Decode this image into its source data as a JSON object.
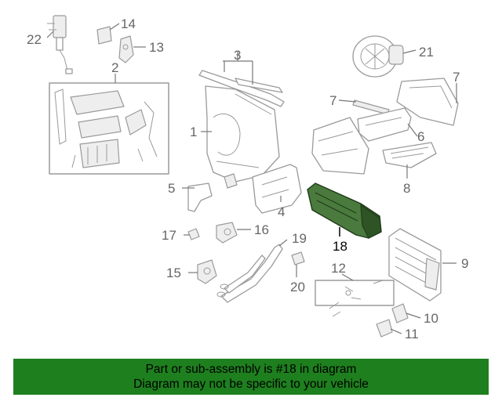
{
  "diagram": {
    "callouts": [
      "22",
      "14",
      "13",
      "2",
      "3",
      "21",
      "7",
      "7",
      "1",
      "6",
      "8",
      "5",
      "4",
      "18",
      "9",
      "17",
      "16",
      "19",
      "15",
      "20",
      "12",
      "10",
      "11"
    ],
    "highlighted_part": "18"
  },
  "banner": {
    "line1": "Part or sub-assembly is #18 in diagram",
    "line2": "Diagram may not be specific to your vehicle"
  },
  "colors": {
    "banner_bg": "#1e7f1e",
    "highlight_part": "#4a7a3d",
    "line_art": "#9a9a9a"
  }
}
